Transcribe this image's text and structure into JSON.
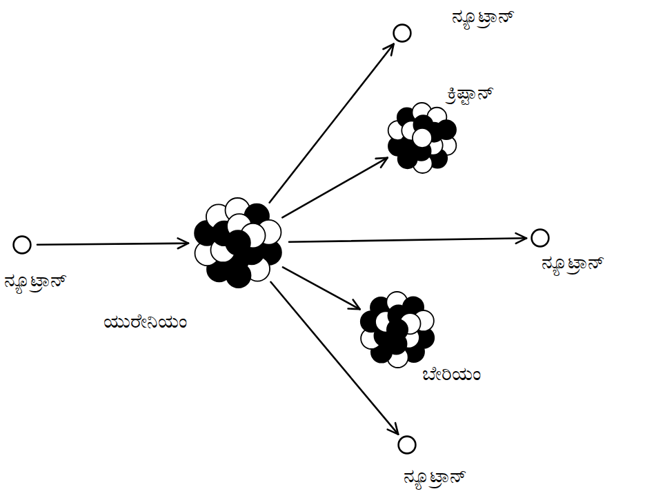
{
  "diagram": {
    "nodes": [
      {
        "text": [
          "ನ್ಯೂಟ್ರಾನ್"
        ]
      },
      {
        "text": [
          "ಯುರೇನಿಯಂ"
        ]
      },
      {
        "text": [
          "ನ್ಯೂಟ್ರಾನ್"
        ]
      },
      {
        "text": [
          "ಕ್ರಿಪ್ಟಾನ್"
        ]
      },
      {
        "text": [
          "ನ್ಯೂಟ್ರಾನ್"
        ]
      },
      {
        "text": [
          "ಬೇರಿಯಂ"
        ]
      },
      {
        "text": [
          "ನ್ಯೂಟ್ರಾನ್"
        ]
      }
    ],
    "edges": [
      {
        "from": 0,
        "to": 1,
        "arrow": "to"
      },
      {
        "from": 1,
        "to": 2,
        "arrow": "to"
      },
      {
        "from": 1,
        "to": 3,
        "arrow": "to"
      },
      {
        "from": 1,
        "to": 4,
        "arrow": "to"
      },
      {
        "from": 1,
        "to": 5,
        "arrow": "to"
      },
      {
        "from": 1,
        "to": 6,
        "arrow": "to"
      }
    ]
  }
}
